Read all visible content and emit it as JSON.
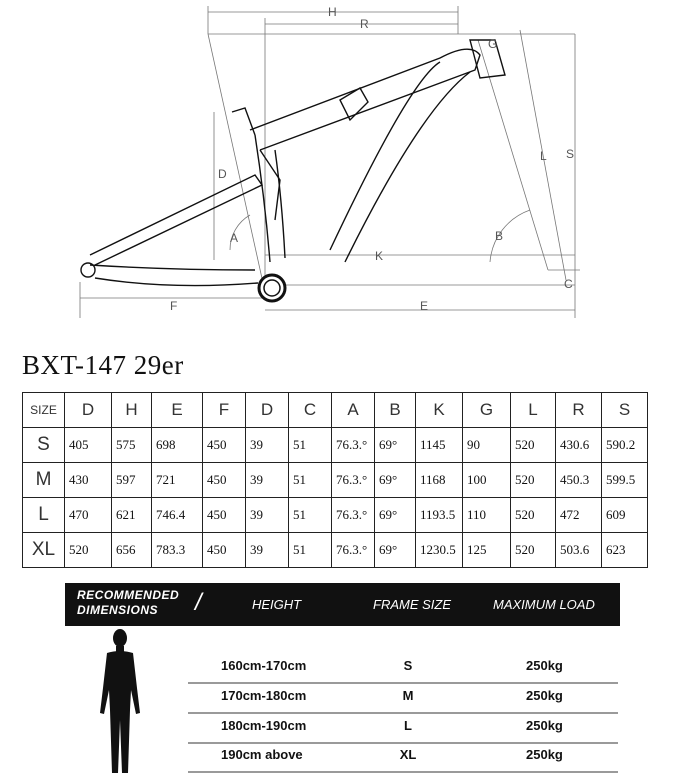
{
  "diagram": {
    "dimension_labels": [
      "H",
      "R",
      "G",
      "L",
      "S",
      "D",
      "A",
      "B",
      "K",
      "C",
      "F",
      "E"
    ]
  },
  "model_title": "BXT-147 29er",
  "geometry_table": {
    "headers": [
      "SIZE",
      "D",
      "H",
      "E",
      "F",
      "D",
      "C",
      "A",
      "B",
      "K",
      "G",
      "L",
      "R",
      "S"
    ],
    "rows": [
      {
        "size": "S",
        "cells": [
          "405",
          "575",
          "698",
          "450",
          "39",
          "51",
          "76.3.°",
          "69°",
          "1145",
          "90",
          "520",
          "430.6",
          "590.2"
        ]
      },
      {
        "size": "M",
        "cells": [
          "430",
          "597",
          "721",
          "450",
          "39",
          "51",
          "76.3.°",
          "69°",
          "1168",
          "100",
          "520",
          "450.3",
          "599.5"
        ]
      },
      {
        "size": "L",
        "cells": [
          "470",
          "621",
          "746.4",
          "450",
          "39",
          "51",
          "76.3.°",
          "69°",
          "1193.5",
          "110",
          "520",
          "472",
          "609"
        ]
      },
      {
        "size": "XL",
        "cells": [
          "520",
          "656",
          "783.3",
          "450",
          "39",
          "51",
          "76.3.°",
          "69°",
          "1230.5",
          "125",
          "520",
          "503.6",
          "623"
        ]
      }
    ]
  },
  "recommended": {
    "title_line1": "RECOMMENDED",
    "title_line2": "DIMENSIONS",
    "col_height": "HEIGHT",
    "col_frame": "FRAME SIZE",
    "col_load": "MAXIMUM LOAD",
    "rows": [
      {
        "height": "160cm-170cm",
        "size": "S",
        "load": "250kg"
      },
      {
        "height": "170cm-180cm",
        "size": "M",
        "load": "250kg"
      },
      {
        "height": "180cm-190cm",
        "size": "L",
        "load": "250kg"
      },
      {
        "height": "190cm above",
        "size": "XL",
        "load": "250kg"
      }
    ]
  },
  "colors": {
    "bar": "#111111",
    "line": "#9a9a9a"
  }
}
